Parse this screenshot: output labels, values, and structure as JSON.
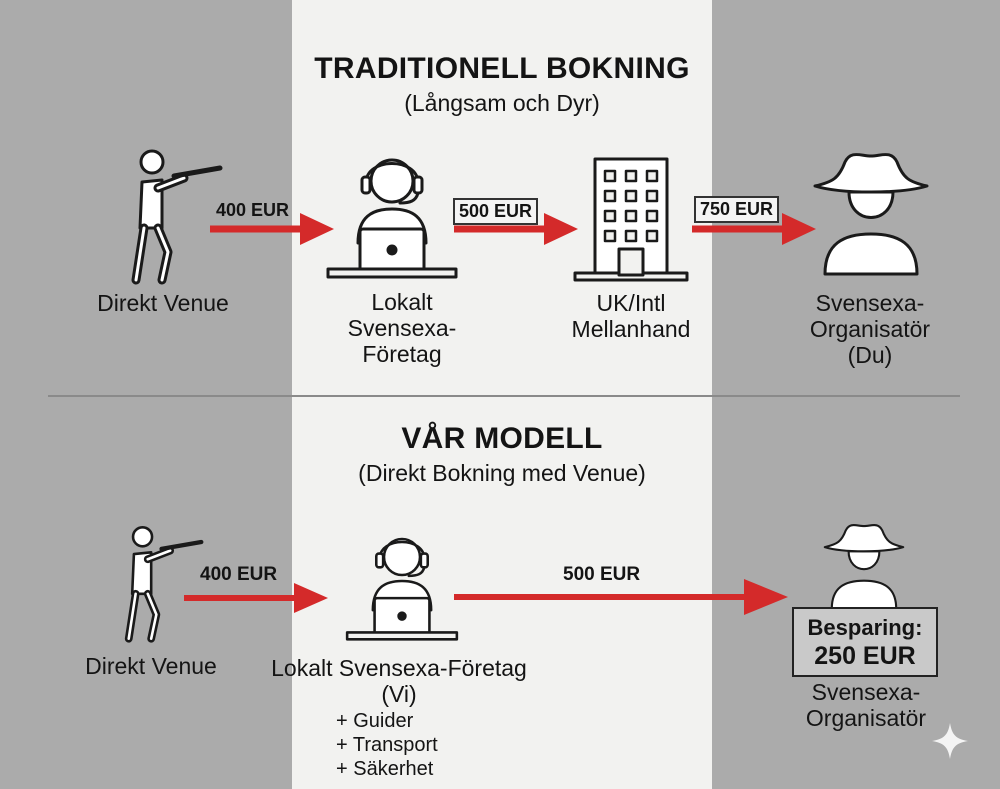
{
  "traditional": {
    "title": "TRADITIONELL BOKNING",
    "subtitle": "(Långsam och Dyr)",
    "nodes": [
      {
        "label": "Direkt Venue",
        "icon": "shooter-icon"
      },
      {
        "label": "Lokalt\nSvensexa-\nFöretag",
        "icon": "support-agent-icon"
      },
      {
        "label": "UK/Intl\nMellanhand",
        "icon": "office-building-icon"
      },
      {
        "label": "Svensexa-\nOrganisatör\n(Du)",
        "icon": "person-hat-icon"
      }
    ],
    "prices": [
      "400 EUR",
      "500 EUR",
      "750 EUR"
    ]
  },
  "our_model": {
    "title": "VÅR MODELL",
    "subtitle": "(Direkt Bokning med Venue)",
    "nodes": [
      {
        "label": "Direkt Venue",
        "icon": "shooter-icon"
      },
      {
        "label": "Lokalt Svensexa-Företag\n(Vi)",
        "icon": "support-agent-icon"
      },
      {
        "label": "Svensexa-\nOrganisatör",
        "icon": "person-hat-icon"
      }
    ],
    "prices": [
      "400 EUR",
      "500 EUR"
    ],
    "extras": [
      "+ Guider",
      "+ Transport",
      "+ Säkerhet"
    ],
    "savings": {
      "line1": "Besparing:",
      "line2": "250 EUR"
    }
  },
  "colors": {
    "arrow": "#d42a2a",
    "background": "#ababab",
    "center_band": "#f2f2f0",
    "text": "#141414"
  }
}
